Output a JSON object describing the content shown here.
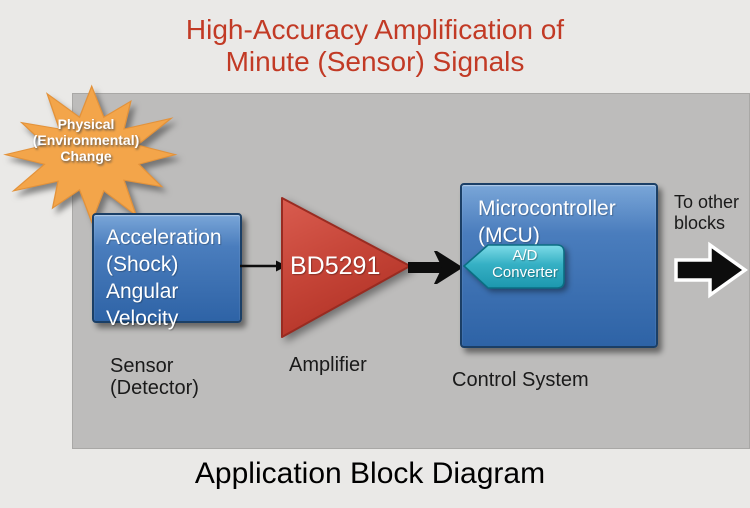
{
  "title": {
    "line1": "High-Accuracy Amplification of",
    "line2": "Minute (Sensor) Signals"
  },
  "starburst": {
    "lines": [
      "Physical",
      "(Environmental)",
      "Change"
    ]
  },
  "sensor": {
    "box_lines": [
      "Acceleration",
      "(Shock)",
      "Angular",
      "Velocity"
    ],
    "label_lines": [
      "Sensor",
      "(Detector)"
    ]
  },
  "amplifier": {
    "part_number": "BD5291",
    "label": "Amplifier"
  },
  "controller": {
    "box_lines": [
      "Microcontroller",
      "(MCU)"
    ],
    "ad_converter_lines": [
      "A/D",
      "Converter"
    ],
    "label": "Control System"
  },
  "output": {
    "label_lines": [
      "To other",
      "blocks"
    ]
  },
  "caption": "Application Block Diagram",
  "colors": {
    "background": "#eae9e7",
    "panel_gray": "#bdbcbb",
    "title_red": "#c23a25",
    "star_orange": "#f3a54a",
    "block_blue_top": "#7aa6d8",
    "block_blue_bottom": "#2e63a6",
    "block_blue_border": "#1b3f66",
    "amplifier_red_top": "#d95c4f",
    "amplifier_red_bottom": "#b23327",
    "ad_teal_top": "#7edce8",
    "ad_teal_bottom": "#1d97ae",
    "arrow_black": "#0d0d0d",
    "text_white": "#ffffff",
    "text_black": "#1a1a1a"
  }
}
